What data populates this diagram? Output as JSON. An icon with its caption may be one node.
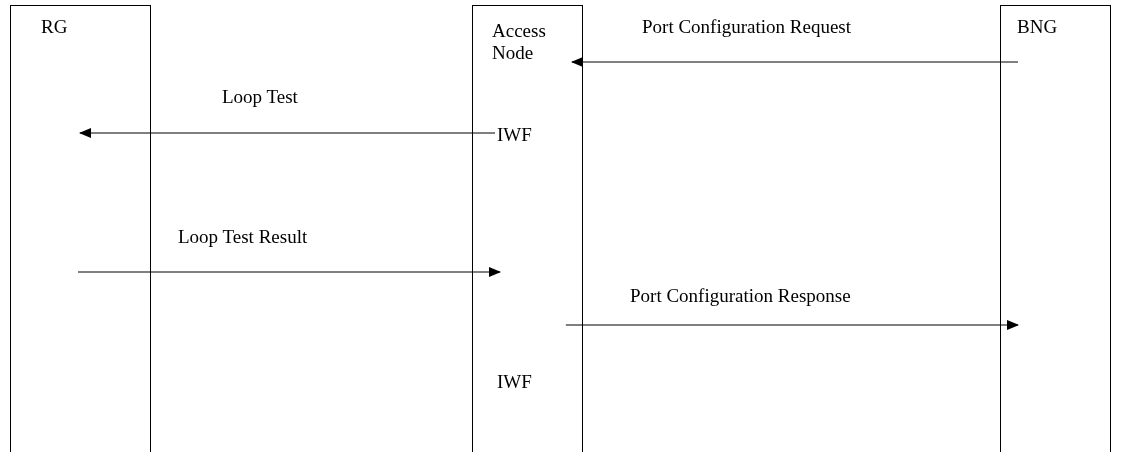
{
  "diagram": {
    "nodes": [
      {
        "text": [
          "RG"
        ]
      },
      {
        "text": [
          "Access Node"
        ]
      },
      {
        "text": [
          "IWF"
        ],
        "in": 1
      },
      {
        "text": [
          "IWF"
        ],
        "in": 1
      },
      {
        "text": [
          "BNG"
        ]
      }
    ],
    "edges": [
      {
        "from": 4,
        "to": 1,
        "arrow": "to",
        "label": "Port Configuration Request"
      },
      {
        "from": 2,
        "to": 0,
        "arrow": "to",
        "label": "Loop Test"
      },
      {
        "from": 0,
        "to": 1,
        "arrow": "to",
        "label": "Loop Test Result"
      },
      {
        "from": 3,
        "to": 4,
        "arrow": "to",
        "label": "Port Configuration Response"
      }
    ]
  }
}
